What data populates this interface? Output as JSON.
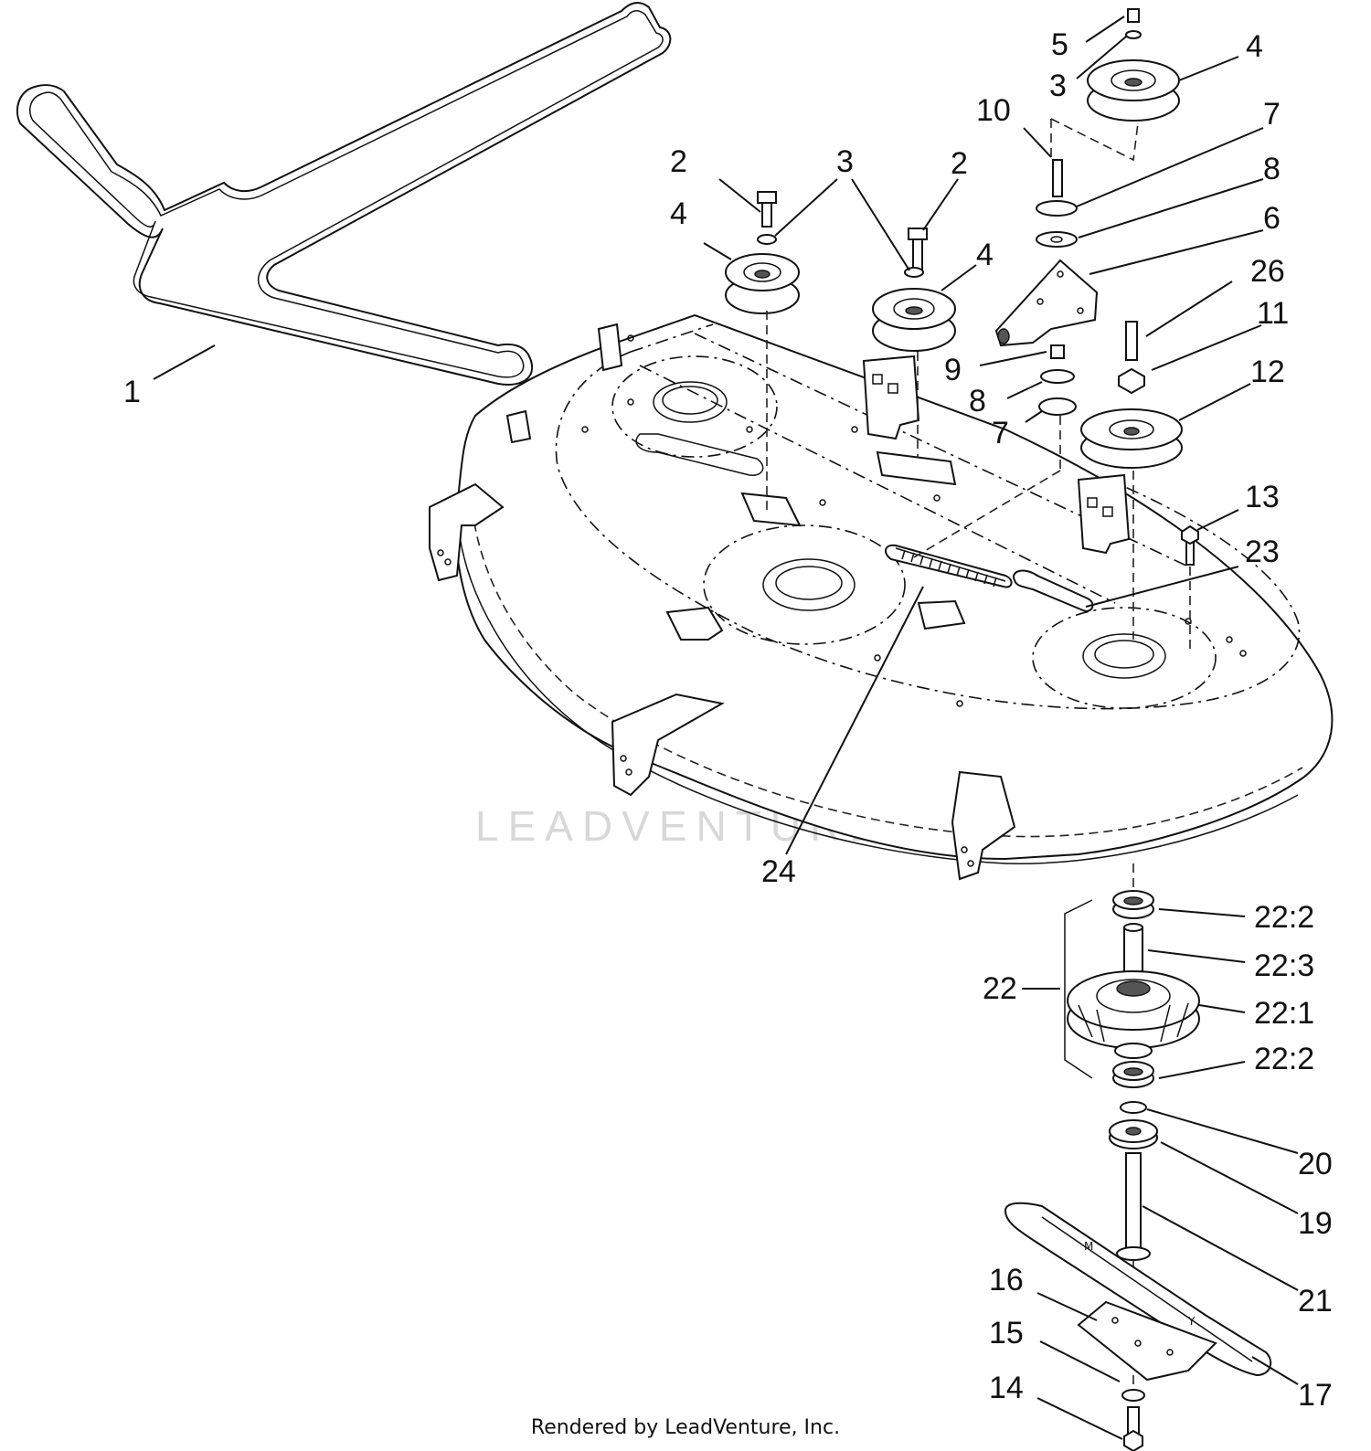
{
  "watermark": "LEADVENTURE",
  "credit": "Rendered by LeadVenture, Inc.",
  "callouts": [
    {
      "id": "c1",
      "text": "1"
    },
    {
      "id": "c2a",
      "text": "2"
    },
    {
      "id": "c2b",
      "text": "2"
    },
    {
      "id": "c3a",
      "text": "3"
    },
    {
      "id": "c3b",
      "text": "3"
    },
    {
      "id": "c4a",
      "text": "4"
    },
    {
      "id": "c4b",
      "text": "4"
    },
    {
      "id": "c4c",
      "text": "4"
    },
    {
      "id": "c5",
      "text": "5"
    },
    {
      "id": "c6",
      "text": "6"
    },
    {
      "id": "c7a",
      "text": "7"
    },
    {
      "id": "c7b",
      "text": "7"
    },
    {
      "id": "c8a",
      "text": "8"
    },
    {
      "id": "c8b",
      "text": "8"
    },
    {
      "id": "c9",
      "text": "9"
    },
    {
      "id": "c10",
      "text": "10"
    },
    {
      "id": "c11",
      "text": "11"
    },
    {
      "id": "c12",
      "text": "12"
    },
    {
      "id": "c13",
      "text": "13"
    },
    {
      "id": "c14",
      "text": "14"
    },
    {
      "id": "c15",
      "text": "15"
    },
    {
      "id": "c16",
      "text": "16"
    },
    {
      "id": "c17",
      "text": "17"
    },
    {
      "id": "c19",
      "text": "19"
    },
    {
      "id": "c20",
      "text": "20"
    },
    {
      "id": "c21",
      "text": "21"
    },
    {
      "id": "c22",
      "text": "22"
    },
    {
      "id": "c22_1",
      "text": "22:1"
    },
    {
      "id": "c22_2a",
      "text": "22:2"
    },
    {
      "id": "c22_2b",
      "text": "22:2"
    },
    {
      "id": "c22_3",
      "text": "22:3"
    },
    {
      "id": "c23",
      "text": "23"
    },
    {
      "id": "c24",
      "text": "24"
    },
    {
      "id": "c26",
      "text": "26"
    }
  ]
}
